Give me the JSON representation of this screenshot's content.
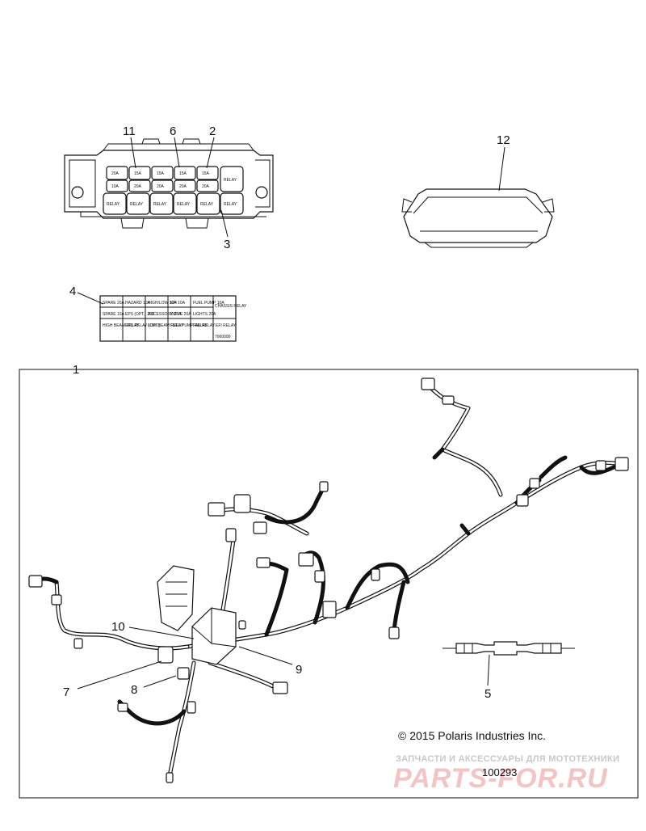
{
  "callouts": [
    "1",
    "2",
    "3",
    "4",
    "5",
    "6",
    "7",
    "8",
    "9",
    "10",
    "11",
    "12"
  ],
  "copyright": "© 2015 Polaris Industries Inc.",
  "figure_number": "100293",
  "watermark": {
    "top_text": "ЗАПЧАСТИ И АКСЕССУАРЫ ДЛЯ МОТОТЕХНИКИ",
    "logo_text": "PARTS-FOR.RU"
  },
  "fuse_box": {
    "row1": [
      "20A",
      "15A",
      "15A",
      "15A",
      "15A"
    ],
    "row2": [
      "10A",
      "20A",
      "20A",
      "20A",
      "20A"
    ],
    "row3": [
      "RELAY",
      "RELAY",
      "RELAY",
      "RELAY",
      "RELAY",
      "RELAY"
    ],
    "side_relay": "RELAY"
  },
  "fuse_label": {
    "rows": [
      [
        "SPARE 20A",
        "HAZARD 10A",
        "HIGH/LOW 10A",
        "EFI 10A",
        "FUEL PUMP 10A",
        "CHASSIS RELAY"
      ],
      [
        "SPARE 10A",
        "EPS (OPT.) 20A",
        "ACCESSORY 20A",
        "DRIVE 20A",
        "LIGHTS 20A",
        ""
      ],
      [
        "HIGH BEAM RELAY",
        "EPS RELAY (OPT.)",
        "LOW BEAM RELAY",
        "FUEL PUMP RELAY",
        "FAN RELAY",
        "EFI RELAY"
      ]
    ],
    "part_no": "7000000"
  }
}
